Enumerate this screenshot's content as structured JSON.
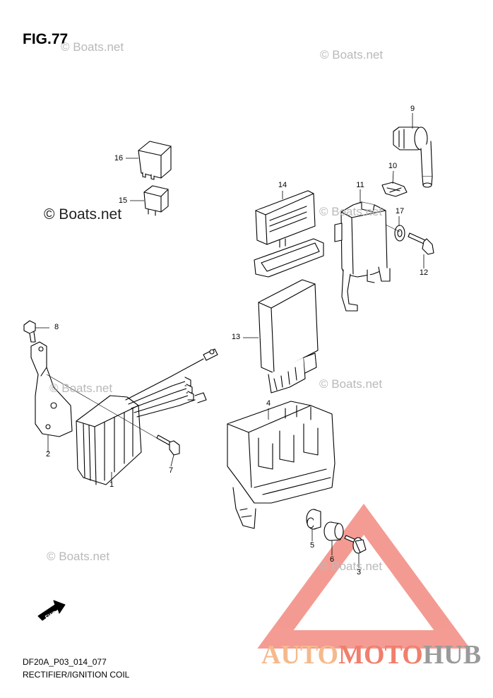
{
  "figure": {
    "title": "FIG.77"
  },
  "caption": {
    "code": "DF20A_P03_014_077",
    "name": "RECTIFIER/IGNITION COIL"
  },
  "watermarks": {
    "boats": "© Boats.net",
    "boats_big": "© Boats.net"
  },
  "callouts": [
    "1",
    "2",
    "3",
    "4",
    "5",
    "6",
    "7",
    "8",
    "9",
    "10",
    "11",
    "12",
    "13",
    "14",
    "15",
    "16",
    "17"
  ],
  "fwd_label": "FWD",
  "brand": {
    "part1": "AUTO",
    "part2": "MOTO",
    "part3": "HUB"
  },
  "colors": {
    "brand_orange": "#f5b98d",
    "brand_red": "#f07f6d",
    "brand_gray": "#9a9a9a",
    "triangle": "#f28a80"
  }
}
